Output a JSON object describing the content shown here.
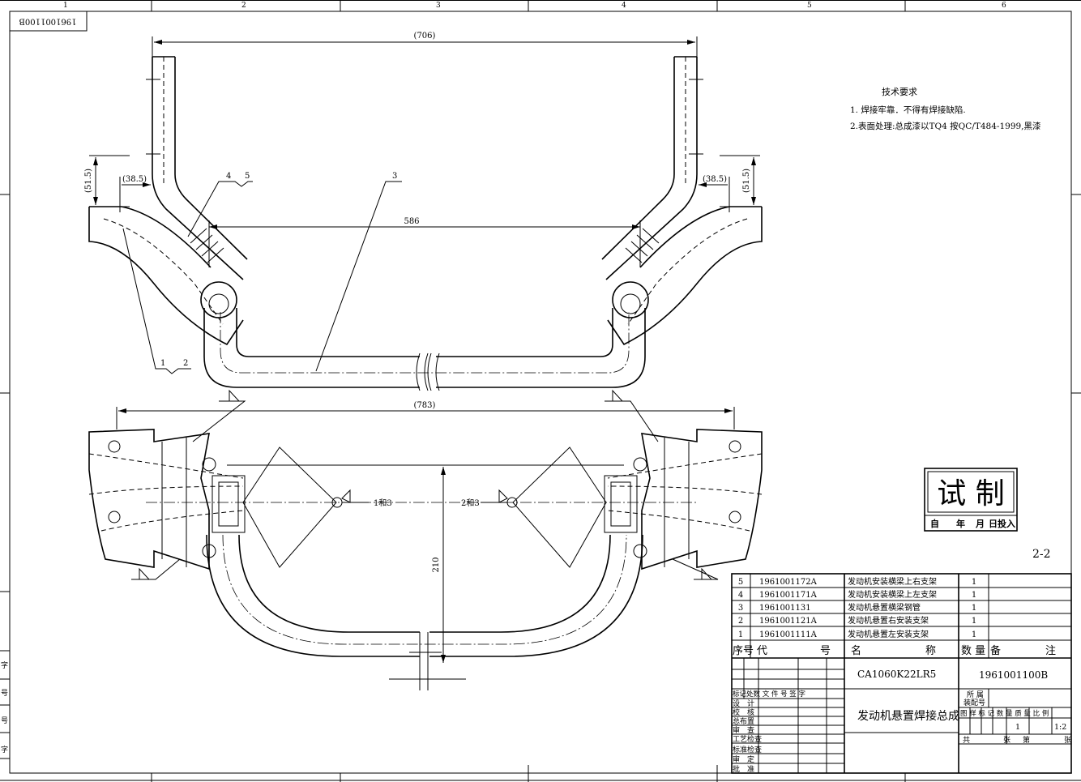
{
  "drawing_number_rotated": "1961001100B",
  "grid": {
    "columns": [
      "1",
      "2",
      "3",
      "4",
      "5",
      "6"
    ],
    "left_strip": [
      "字",
      "号",
      "号",
      "字"
    ]
  },
  "dimensions": {
    "top_width": "(706)",
    "inner_width": "586",
    "left_height": "(51.5)",
    "left_offset": "(38.5)",
    "right_offset": "(38.5)",
    "right_height": "(51.5)",
    "bottom_width": "(783)",
    "vertical": "210"
  },
  "callouts": {
    "c4": "4",
    "c5": "5",
    "c3": "3",
    "c1": "1",
    "c2": "2",
    "weld_left": "1和3",
    "weld_right": "2和3"
  },
  "tech": {
    "title": "技术要求",
    "line1": "1. 焊接牢靠．不得有焊接缺陷.",
    "line2": "2.表面处理:总成漆以TQ4 按QC/T484-1999,黑漆"
  },
  "stamp": {
    "main": "试 制",
    "c1": "自",
    "c2": "年",
    "c3": "月",
    "c4": "日投入"
  },
  "section_label": "2-2",
  "parts": [
    {
      "no": "5",
      "code": "1961001172A",
      "name": "发动机安装横梁上右支架",
      "qty": "1"
    },
    {
      "no": "4",
      "code": "1961001171A",
      "name": "发动机安装横梁上左支架",
      "qty": "1"
    },
    {
      "no": "3",
      "code": "1961001131",
      "name": "发动机悬置横梁钢管",
      "qty": "1"
    },
    {
      "no": "2",
      "code": "1961001121A",
      "name": "发动机悬置右安装支架",
      "qty": "1"
    },
    {
      "no": "1",
      "code": "1961001111A",
      "name": "发动机悬置左安装支架",
      "qty": "1"
    }
  ],
  "headers": {
    "no": "序号",
    "code1": "代",
    "code2": "号",
    "name1": "名",
    "name2": "称",
    "qty": "数 量",
    "note1": "备",
    "note2": "注"
  },
  "title_block": {
    "model": "CA1060K22LR5",
    "drawing_no": "1961001100B",
    "title": "发动机悬置焊接总成",
    "rev_header": "标记处数 文 件 号   签  字",
    "belong1": "所 属",
    "belong2": "装配号",
    "stage_row": "图 样 标 记 数 量 质 量 比 例",
    "qty_val": "1",
    "scale_val": "1:2",
    "sheet_row_a": "共",
    "sheet_row_b": "张",
    "sheet_row_c": "第",
    "sheet_row_d": "张",
    "roles": [
      "设　计",
      "校　核",
      "总布置",
      "审　查",
      "工艺检查",
      "标准检查",
      "审　定",
      "批　准"
    ]
  }
}
